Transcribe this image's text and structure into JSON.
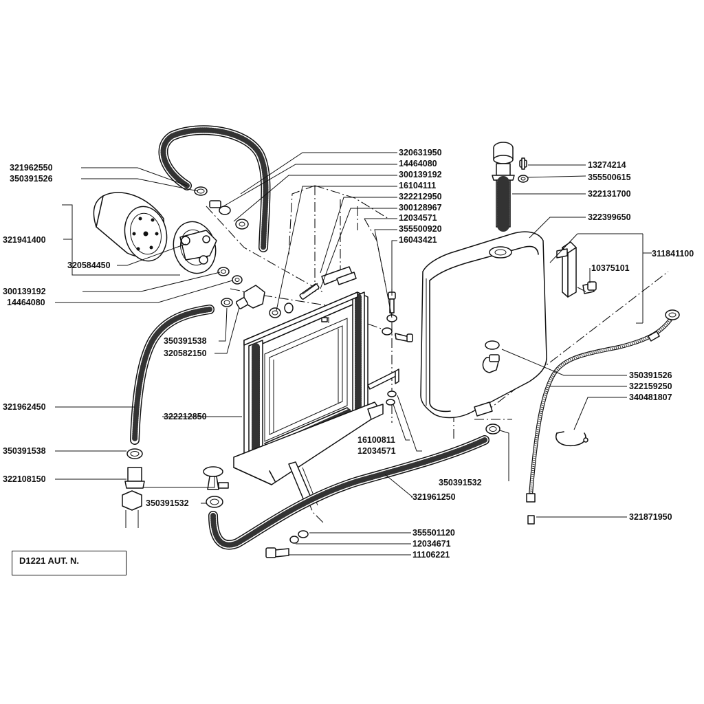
{
  "drawing": {
    "reference": "D1221  AUT. N.",
    "part_numbers": [
      "320631950",
      "14464080",
      "300139192",
      "16104111",
      "322212950",
      "300128967",
      "12034571",
      "355500920",
      "16043421",
      "321962550",
      "350391526",
      "321941400",
      "320584450",
      "300139192",
      "14464080",
      "350391538",
      "320582150",
      "321962450",
      "322212850",
      "350391538",
      "322108150",
      "350391532",
      "16100811",
      "12034571",
      "350391532",
      "321961250",
      "355501120",
      "12034671",
      "11106221",
      "13274214",
      "355500615",
      "322131700",
      "322399650",
      "311841100",
      "10375101",
      "350391526",
      "322159250",
      "340481807",
      "321871950"
    ]
  }
}
